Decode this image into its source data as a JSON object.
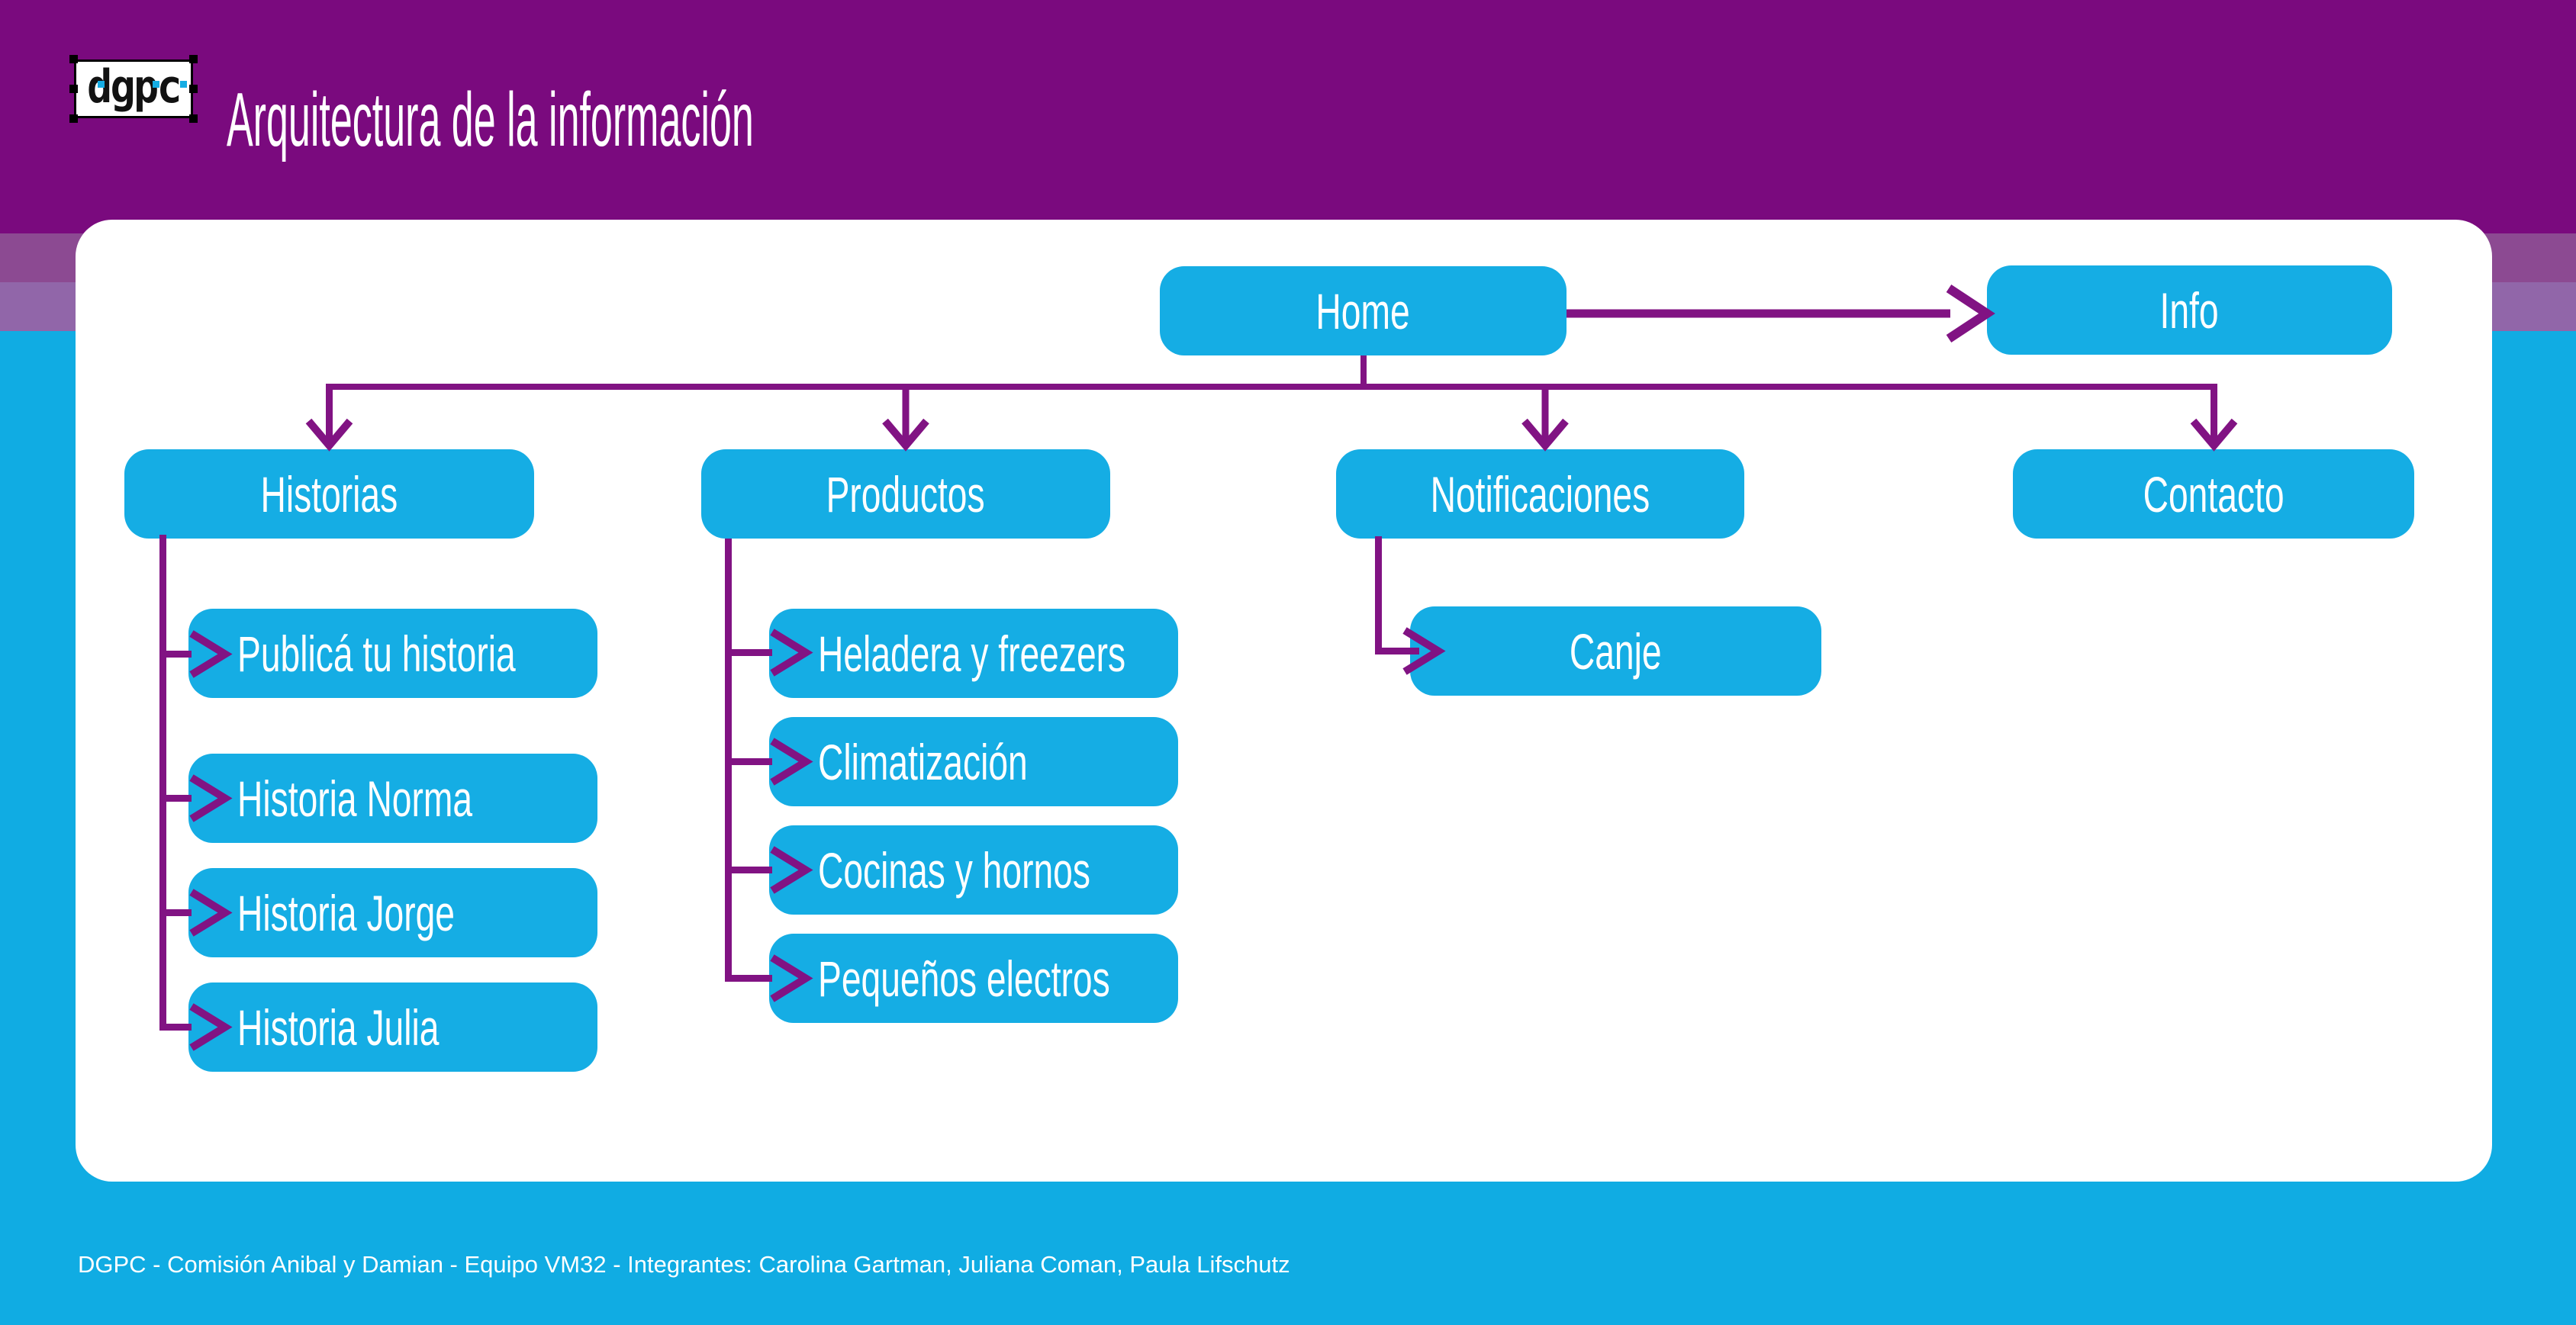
{
  "header": {
    "logo_text": "dgpc",
    "title": "Arquitectura de la información"
  },
  "nodes": {
    "home": "Home",
    "info": "Info",
    "historias": "Historias",
    "productos": "Productos",
    "notificaciones": "Notificaciones",
    "contacto": "Contacto",
    "publica_tu_historia": "Publicá tu historia",
    "historia_norma": "Historia Norma",
    "historia_jorge": "Historia Jorge",
    "historia_julia": "Historia Julia",
    "heladera_y_freezers": "Heladera y freezers",
    "climatizacion": "Climatización",
    "cocinas_y_hornos": "Cocinas y hornos",
    "pequenos_electros": "Pequeños electros",
    "canje": "Canje"
  },
  "sitemap": {
    "root": "Home",
    "edges": [
      {
        "from": "Home",
        "to": "Info"
      },
      {
        "from": "Home",
        "to": "Historias"
      },
      {
        "from": "Home",
        "to": "Productos"
      },
      {
        "from": "Home",
        "to": "Notificaciones"
      },
      {
        "from": "Home",
        "to": "Contacto"
      },
      {
        "from": "Historias",
        "to": "Publicá tu historia"
      },
      {
        "from": "Historias",
        "to": "Historia Norma"
      },
      {
        "from": "Historias",
        "to": "Historia Jorge"
      },
      {
        "from": "Historias",
        "to": "Historia Julia"
      },
      {
        "from": "Productos",
        "to": "Heladera y freezers"
      },
      {
        "from": "Productos",
        "to": "Climatización"
      },
      {
        "from": "Productos",
        "to": "Cocinas y hornos"
      },
      {
        "from": "Productos",
        "to": "Pequeños electros"
      },
      {
        "from": "Notificaciones",
        "to": "Canje"
      }
    ]
  },
  "footer": {
    "credits": "DGPC - Comisión Anibal y Damian - Equipo VM32 - Integrantes: Carolina Gartman, Juliana Coman, Paula Lifschutz"
  },
  "colors": {
    "header_purple": "#7A0A7E",
    "stripe_mid_purple": "#8C4A92",
    "stripe_light_purple": "#9166A9",
    "background_cyan": "#10ACE3",
    "node_cyan": "#15ADE4",
    "arrow_purple": "#811383",
    "card_white": "#FFFFFF",
    "text_white": "#FFFFFF",
    "logo_accent_cyan": "#15ADE4"
  }
}
